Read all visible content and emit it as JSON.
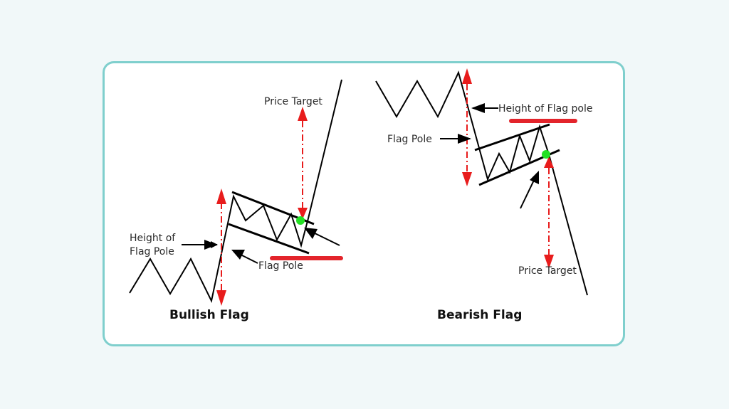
{
  "colors": {
    "background": "#f1f8f9",
    "card_border": "#7fcfcd",
    "target_arrow": "#e81c1c",
    "level_bar": "#e3242b",
    "breakout_dot": "#22e022",
    "line": "#000000"
  },
  "bullish": {
    "title": "Bullish Flag",
    "price_target_label": "Price Target",
    "height_label_line1": "Height of",
    "height_label_line2": "Flag Pole",
    "flag_pole_label": "Flag Pole"
  },
  "bearish": {
    "title": "Bearish Flag",
    "price_target_label": "Price Target",
    "height_label": "Height of Flag pole",
    "flag_pole_label": "Flag Pole"
  }
}
